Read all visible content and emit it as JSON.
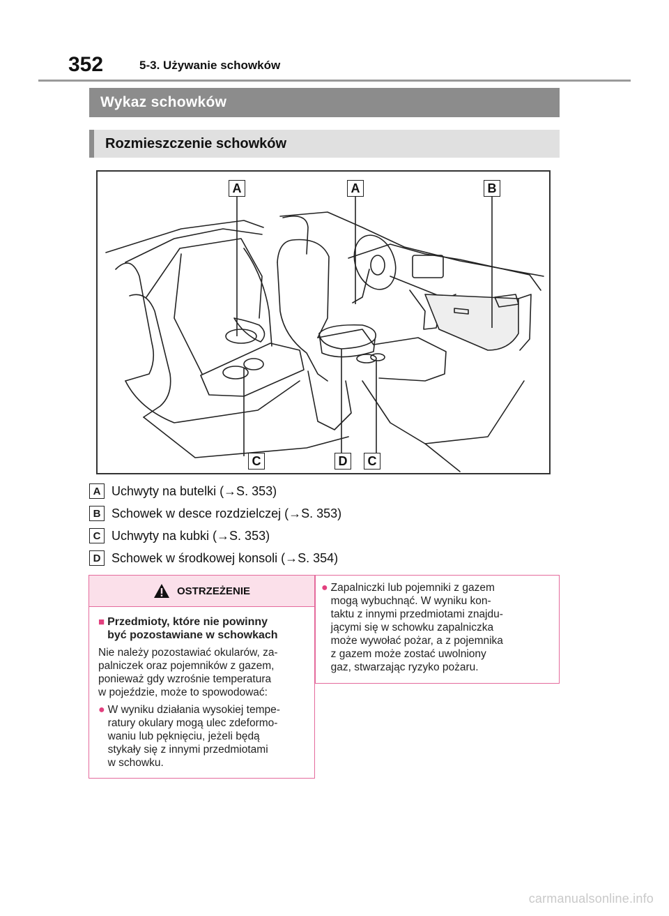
{
  "header": {
    "page_number": "352",
    "section_path": "5-3. Używanie schowków"
  },
  "headings": {
    "main": "Wykaz schowków",
    "sub": "Rozmieszczenie schowków"
  },
  "figure": {
    "callouts_top": [
      "A",
      "A",
      "B"
    ],
    "callouts_bottom": [
      "C",
      "D",
      "C"
    ]
  },
  "legend": [
    {
      "letter": "A",
      "text": "Uchwyty na butelki (→S. 353)"
    },
    {
      "letter": "B",
      "text": "Schowek w desce rozdzielczej (→S. 353)"
    },
    {
      "letter": "C",
      "text": "Uchwyty na kubki (→S. 353)"
    },
    {
      "letter": "D",
      "text": "Schowek w środkowej konsoli (→S. 354)"
    }
  ],
  "warning": {
    "title": "OSTRZEŻENIE",
    "sub_heading_line1": "Przedmioty, które nie powinny",
    "sub_heading_line2": "być pozostawiane w schowkach",
    "intro_lines": [
      "Nie należy pozostawiać okularów, za-",
      "palniczek oraz pojemników z gazem,",
      "ponieważ gdy wzrośnie temperatura",
      "w pojeździe, może to spowodować:"
    ],
    "bullet1_lines": [
      "W wyniku działania wysokiej tempe-",
      "ratury okulary mogą ulec zdeformo-",
      "waniu lub pęknięciu, jeżeli będą",
      "stykały się z innymi przedmiotami",
      "w schowku."
    ],
    "bullet2_lines": [
      "Zapalniczki lub pojemniki z gazem",
      "mogą wybuchnąć. W wyniku kon-",
      "taktu z innymi przedmiotami znajdu-",
      "jącymi się w schowku zapalniczka",
      "może wywołać pożar, a z pojemnika",
      "z gazem może zostać uwolniony",
      "gaz, stwarzając ryzyko pożaru."
    ]
  },
  "footer": {
    "site": "carmanualsonline.info"
  }
}
